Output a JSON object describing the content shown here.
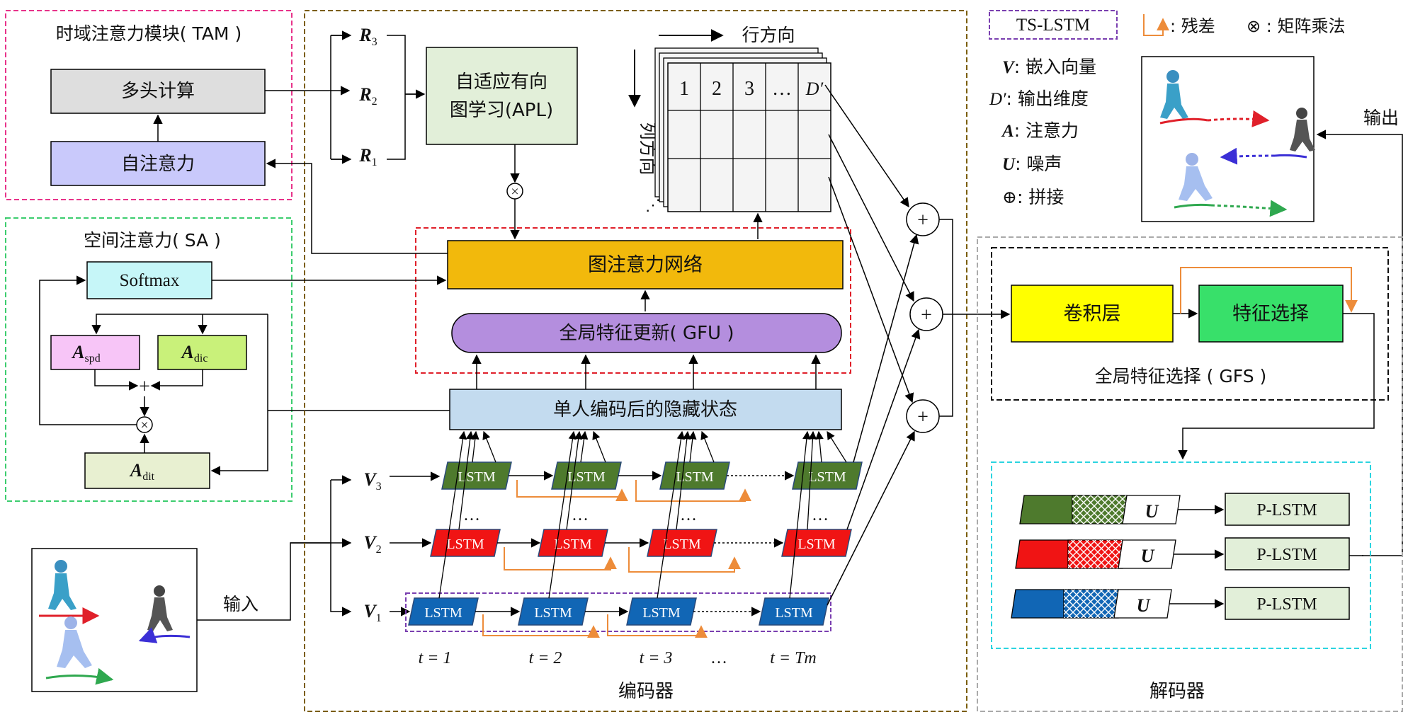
{
  "tam": {
    "title": "时域注意力模块( TAM )",
    "multihead": "多头计算",
    "self_attention": "自注意力"
  },
  "sa": {
    "title": "空间注意力( SA )",
    "softmax": "Softmax",
    "a_spd": "A",
    "a_spd_sub": "spd",
    "a_dic": "A",
    "a_dic_sub": "dic",
    "a_dit": "A",
    "a_dit_sub": "dit",
    "plus": "+",
    "times": "⊗"
  },
  "input": {
    "label": "输入"
  },
  "encoder": {
    "label": "编码器",
    "r3": "R",
    "r3_sub": "3",
    "r2": "R",
    "r2_sub": "2",
    "r1": "R",
    "r1_sub": "1",
    "apl_line1": "自适应有向",
    "apl_line2": "图学习(APL)",
    "otimes": "⊗",
    "row_dir": "行方向",
    "col_dir": "列方向",
    "grid_cells": [
      "1",
      "2",
      "3",
      "…",
      "D′"
    ],
    "gat": "图注意力网络",
    "gfu": "全局特征更新( GFU )",
    "hidden": "单人编码后的隐藏状态",
    "v3": "V",
    "v3_sub": "3",
    "v2": "V",
    "v2_sub": "2",
    "v1": "V",
    "v1_sub": "1",
    "lstm": "LSTM",
    "vdots": "⋮",
    "hdots": "…",
    "time_labels": [
      "t = 1",
      "t = 2",
      "t = 3",
      "…",
      "t = Tm"
    ]
  },
  "legend": {
    "ts_lstm": "TS-LSTM",
    "residual": ": 残差",
    "matmul": "⊗ : 矩阵乘法",
    "items": [
      {
        "sym": "V",
        "text": ": 嵌入向量"
      },
      {
        "sym": "D′",
        "text": ": 输出维度"
      },
      {
        "sym": "A",
        "text": ": 注意力"
      },
      {
        "sym": "U",
        "text": ": 噪声"
      },
      {
        "sym": "⊕",
        "text": ": 拼接"
      }
    ]
  },
  "output": {
    "label": "输出"
  },
  "plus_sign": "+",
  "gfs": {
    "conv": "卷积层",
    "feature_select": "特征选择",
    "title": "全局特征选择 ( GFS )"
  },
  "decoder": {
    "label": "解码器",
    "u": "U",
    "plstm": "P-LSTM"
  },
  "colors": {
    "green_lstm": "#4e7a2d",
    "red_lstm": "#f01414",
    "blue_lstm": "#1166b5",
    "gat_fill": "#f2b90c",
    "gfu_fill": "#b48ede",
    "hidden_fill": "#c3dbef",
    "apl_fill": "#e2efd9",
    "conv_fill": "#ffff00",
    "select_fill": "#38e06a",
    "residual_orange": "#ed8c3a"
  }
}
